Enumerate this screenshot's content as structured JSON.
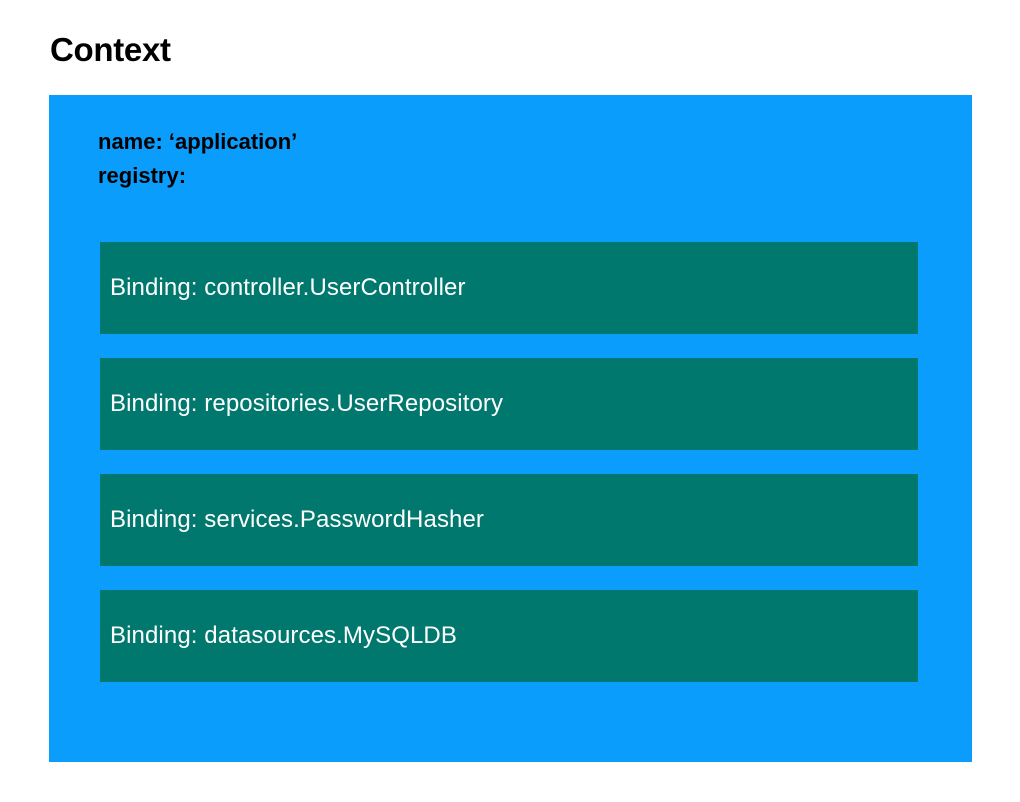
{
  "diagram": {
    "title": "Context",
    "colors": {
      "canvas_background": "#ffffff",
      "title_text": "#000000",
      "context_box_fill": "#0a9dfc",
      "binding_box_fill": "#00786e",
      "binding_text": "#ffffff",
      "property_text": "#000000"
    },
    "context": {
      "properties": [
        "name: ‘application’",
        "registry:"
      ],
      "registry": {
        "bindings": [
          {
            "label": "Binding: controller.UserController"
          },
          {
            "label": "Binding: repositories.UserRepository"
          },
          {
            "label": "Binding: services.PasswordHasher"
          },
          {
            "label": "Binding: datasources.MySQLDB"
          }
        ]
      }
    }
  }
}
